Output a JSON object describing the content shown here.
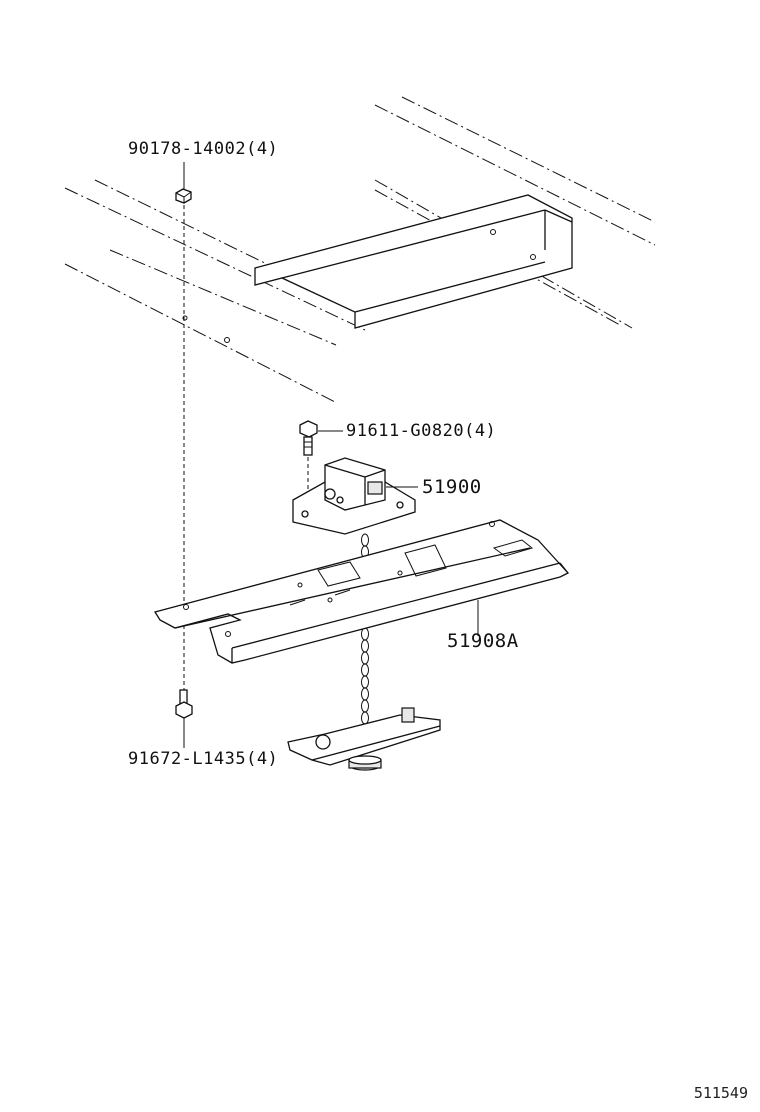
{
  "parts": {
    "nut": {
      "label": "90178-14002(4)"
    },
    "upper_bolt": {
      "label": "91611-G0820(4)"
    },
    "winch": {
      "label": "51900"
    },
    "bracket": {
      "label": "51908A"
    },
    "lower_bolt": {
      "label": "91672-L1435(4)"
    }
  },
  "diagram_id": "511549"
}
